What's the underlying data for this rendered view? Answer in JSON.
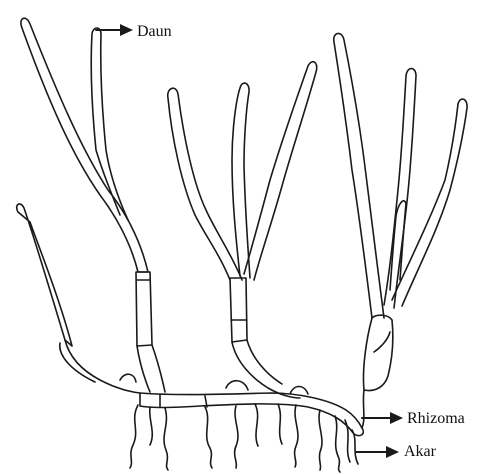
{
  "labels": {
    "daun": "Daun",
    "rhizoma": "Rhizoma",
    "akar": "Akar"
  },
  "colors": {
    "line": "#1a1a1a",
    "background": "#ffffff"
  }
}
